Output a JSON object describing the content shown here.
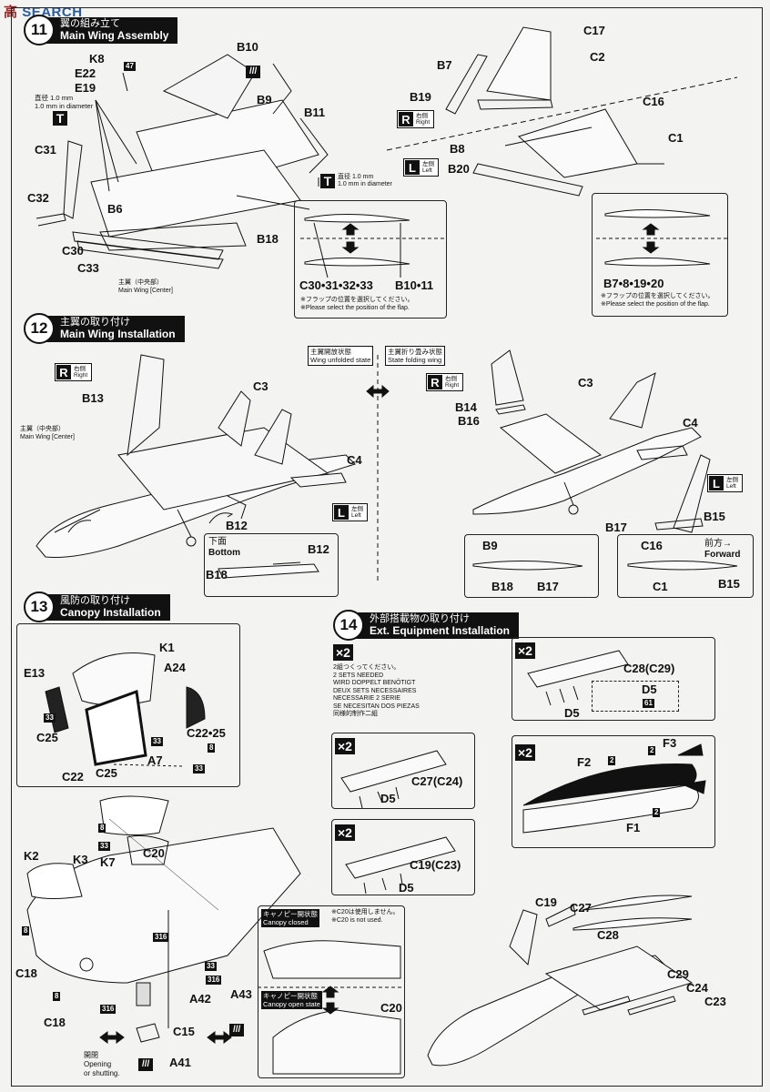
{
  "watermark": {
    "left": "高",
    "right": "SEARCH"
  },
  "steps": {
    "s11": {
      "num": "11",
      "jp": "翼の組み立て",
      "en": "Main Wing Assembly"
    },
    "s12": {
      "num": "12",
      "jp": "主翼の取り付け",
      "en": "Main Wing Installation"
    },
    "s13": {
      "num": "13",
      "jp": "風防の取り付け",
      "en": "Canopy Installation"
    },
    "s14": {
      "num": "14",
      "jp": "外部搭載物の取り付け",
      "en": "Ext. Equipment Installation"
    }
  },
  "step11": {
    "parts": [
      "K8",
      "E22",
      "E19",
      "C31",
      "C32",
      "B6",
      "C30",
      "C33",
      "B10",
      "B9",
      "B11",
      "B18",
      "B7",
      "B19",
      "C17",
      "C2",
      "C16",
      "C1",
      "B8",
      "B20"
    ],
    "badge47": "47",
    "drill1_jp": "直径 1.0 mm",
    "drill1_en": "1.0 mm in diameter",
    "drill2_jp": "直径 1.0 mm",
    "drill2_en": "1.0 mm in diameter",
    "center_jp": "主翼（中央部）",
    "center_en": "Main Wing [Center]",
    "right_k": "R",
    "right_jp": "右側",
    "right_en": "Right",
    "left_k": "L",
    "left_jp": "左側",
    "left_en": "Left",
    "flap1_parts": "C30•31•32•33",
    "flap1_parts2": "B10•11",
    "flap2_parts": "B7•8•19•20",
    "flap_note_jp": "※フラップの位置を選択してください。",
    "flap_note_en": "※Please select the position of the flap."
  },
  "step12": {
    "unfold_jp": "主翼開放状態",
    "unfold_en": "Wing unfolded state",
    "fold_jp": "主翼折り畳み状態",
    "fold_en": "State folding wing",
    "center_jp": "主翼（中央部）",
    "center_en": "Main Wing [Center]",
    "right_k": "R",
    "right_jp": "右側",
    "right_en": "Right",
    "left_k": "L",
    "left_jp": "左側",
    "left_en": "Left",
    "labels": [
      "B13",
      "C3",
      "C4",
      "B12",
      "B14",
      "B16",
      "C3",
      "C4",
      "B17",
      "B15"
    ],
    "bottom_jp": "下面",
    "bottom_en": "Bottom",
    "detail1": [
      "B12",
      "B18"
    ],
    "detail2": [
      "B9",
      "B18",
      "B17"
    ],
    "detail3": [
      "C16",
      "C1",
      "B15"
    ],
    "forward_jp": "前方→",
    "forward_en": "Forward"
  },
  "step13": {
    "parts": [
      "K1",
      "A24",
      "E13",
      "C25",
      "C22",
      "C25",
      "A7",
      "C22•25",
      "C20",
      "K2",
      "K3",
      "K7",
      "C18",
      "C18",
      "A42",
      "A43",
      "C15",
      "A41"
    ],
    "badges": [
      "33",
      "33",
      "33",
      "8",
      "33",
      "8",
      "33",
      "8",
      "8",
      "316",
      "33",
      "316",
      "316"
    ],
    "closed_jp": "キャノピー開状態",
    "closed_en": "Canopy closed",
    "c20_note_jp": "※C20は使用しません。",
    "c20_note_en": "※C20 is not used.",
    "open_jp": "キャノピー開状態",
    "open_en": "Canopy open state",
    "c20b": "C20",
    "opening_jp": "開閉",
    "opening_en1": "Opening",
    "opening_en2": "or shutting."
  },
  "step14": {
    "x2": "×2",
    "sets_lines": [
      "2組つくってください。",
      "2 SETS NEEDED",
      "WIRD DOPPELT BENÖTIGT",
      "DEUX SETS NECESSAIRES",
      "NECESSARIE 2 SERIE",
      "SE NECESITAN DOS PIEZAS",
      "同様的制作二組"
    ],
    "p1": [
      "C28(C29)",
      "D5",
      "D5",
      "61"
    ],
    "p2": [
      "C27(C24)",
      "D5"
    ],
    "p3": [
      "C19(C23)",
      "D5"
    ],
    "p4": [
      "F3",
      "F2",
      "F1",
      "2",
      "2",
      "2"
    ],
    "p5": [
      "C19",
      "C27",
      "C28",
      "C29",
      "C24",
      "C23"
    ]
  }
}
